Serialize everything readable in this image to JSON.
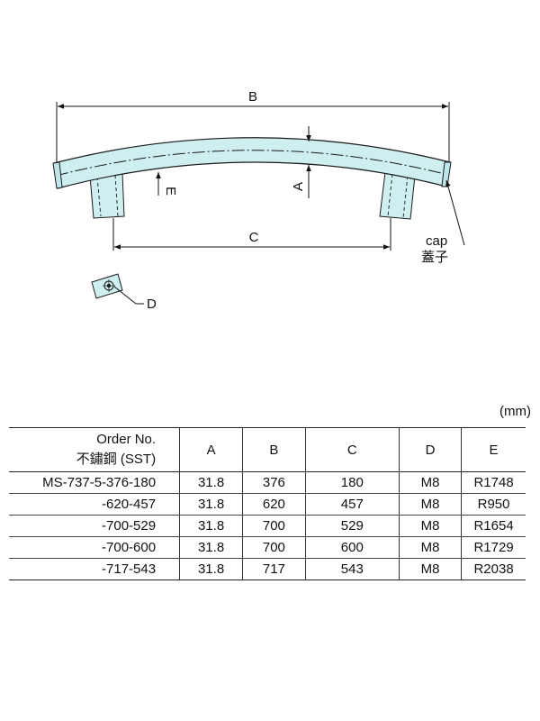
{
  "drawing": {
    "labels": {
      "b": "B",
      "c": "C",
      "a": "A",
      "e": "E",
      "d": "D",
      "cap_en": "cap",
      "cap_zh": "蓋子"
    },
    "colors": {
      "fill": "#cfeef0",
      "line": "#1a1a1a"
    }
  },
  "table": {
    "unit": "(mm)",
    "header": {
      "order_line1": "Order No.",
      "order_line2": "不鏽鋼 (SST)",
      "columns": [
        "A",
        "B",
        "C",
        "D",
        "E"
      ]
    },
    "rows": [
      {
        "code": "MS-737-5-376-180",
        "a": "31.8",
        "b": "376",
        "c": "180",
        "d": "M8",
        "e": "R1748"
      },
      {
        "code": "-620-457",
        "a": "31.8",
        "b": "620",
        "c": "457",
        "d": "M8",
        "e": "R950"
      },
      {
        "code": "-700-529",
        "a": "31.8",
        "b": "700",
        "c": "529",
        "d": "M8",
        "e": "R1654"
      },
      {
        "code": "-700-600",
        "a": "31.8",
        "b": "700",
        "c": "600",
        "d": "M8",
        "e": "R1729"
      },
      {
        "code": "-717-543",
        "a": "31.8",
        "b": "717",
        "c": "543",
        "d": "M8",
        "e": "R2038"
      }
    ]
  }
}
